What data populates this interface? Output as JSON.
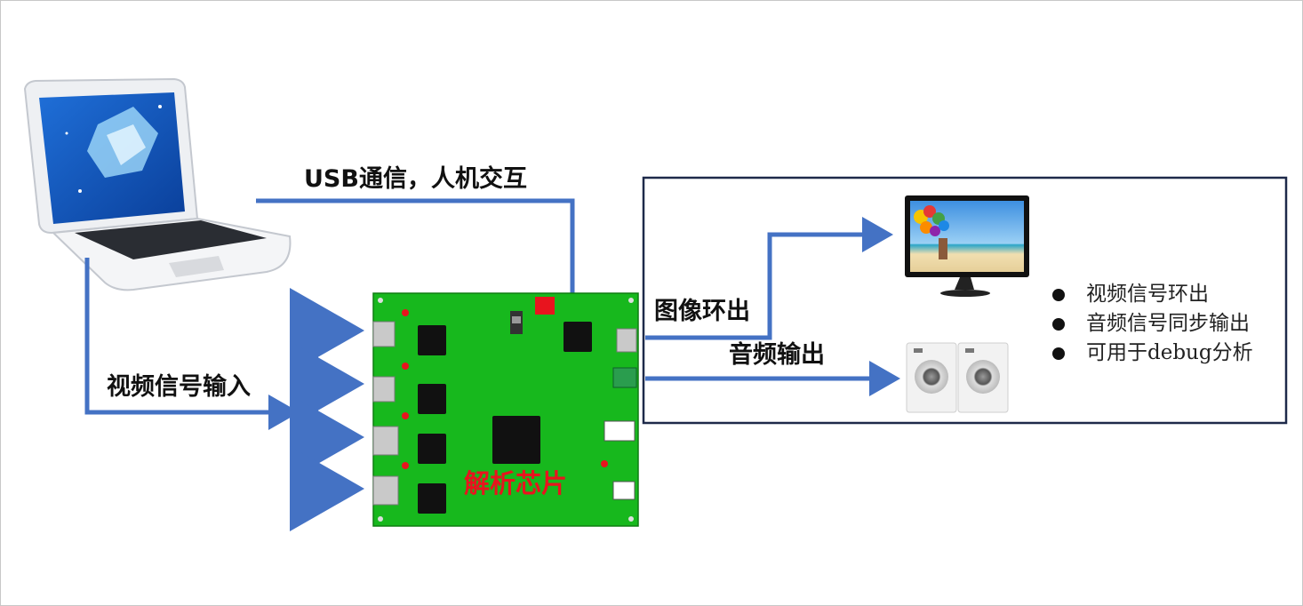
{
  "labels": {
    "usb": "USB通信，人机交互",
    "video_in": "视频信号输入",
    "image_out": "图像环出",
    "audio_out": "音频输出",
    "chip": "解析芯片"
  },
  "features": [
    "视频信号环出",
    "音频信号同步输出",
    "可用于debug分析"
  ],
  "colors": {
    "arrow": "#4472c4",
    "board": "#17b81d",
    "chip_label": "#e8141e",
    "box_border": "#1e2a4a"
  }
}
